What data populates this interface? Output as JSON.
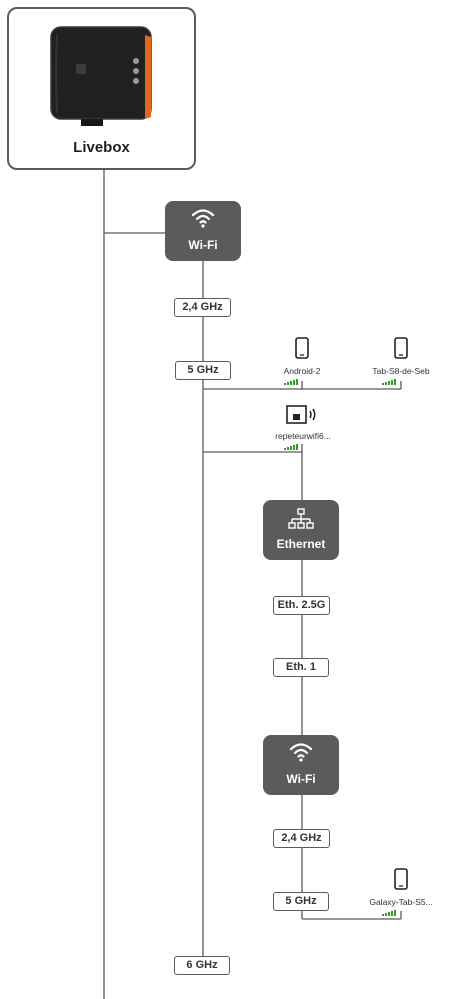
{
  "root": {
    "title": "Livebox",
    "icon": "livebox-router-image"
  },
  "wifi_main": {
    "label": "Wi-Fi",
    "icon": "wifi-icon"
  },
  "bands_main": [
    "2,4 GHz",
    "5 GHz",
    "6 GHz"
  ],
  "devices_main_5ghz": [
    {
      "name": "Android-2",
      "icon": "smartphone-icon",
      "signal_bars": 5
    },
    {
      "name": "Tab-S8-de-Seb",
      "icon": "smartphone-icon",
      "signal_bars": 5
    }
  ],
  "repeater": {
    "name": "repeteurwifi6...",
    "icon": "wifi-repeater-icon",
    "signal_bars": 5
  },
  "ethernet": {
    "label": "Ethernet",
    "icon": "network-icon"
  },
  "eth_ports": [
    "Eth. 2.5G",
    "Eth. 1"
  ],
  "wifi_repeater": {
    "label": "Wi-Fi",
    "icon": "wifi-icon"
  },
  "bands_repeater": [
    "2,4 GHz",
    "5 GHz"
  ],
  "devices_repeater_5ghz": [
    {
      "name": "Galaxy-Tab-S5...",
      "icon": "smartphone-icon",
      "signal_bars": 5
    }
  ],
  "colors": {
    "node_bg": "#5b5b5b",
    "line": "#5b5b5b",
    "signal": "#2e9e2e",
    "livebox_accent": "#e06a1b"
  }
}
